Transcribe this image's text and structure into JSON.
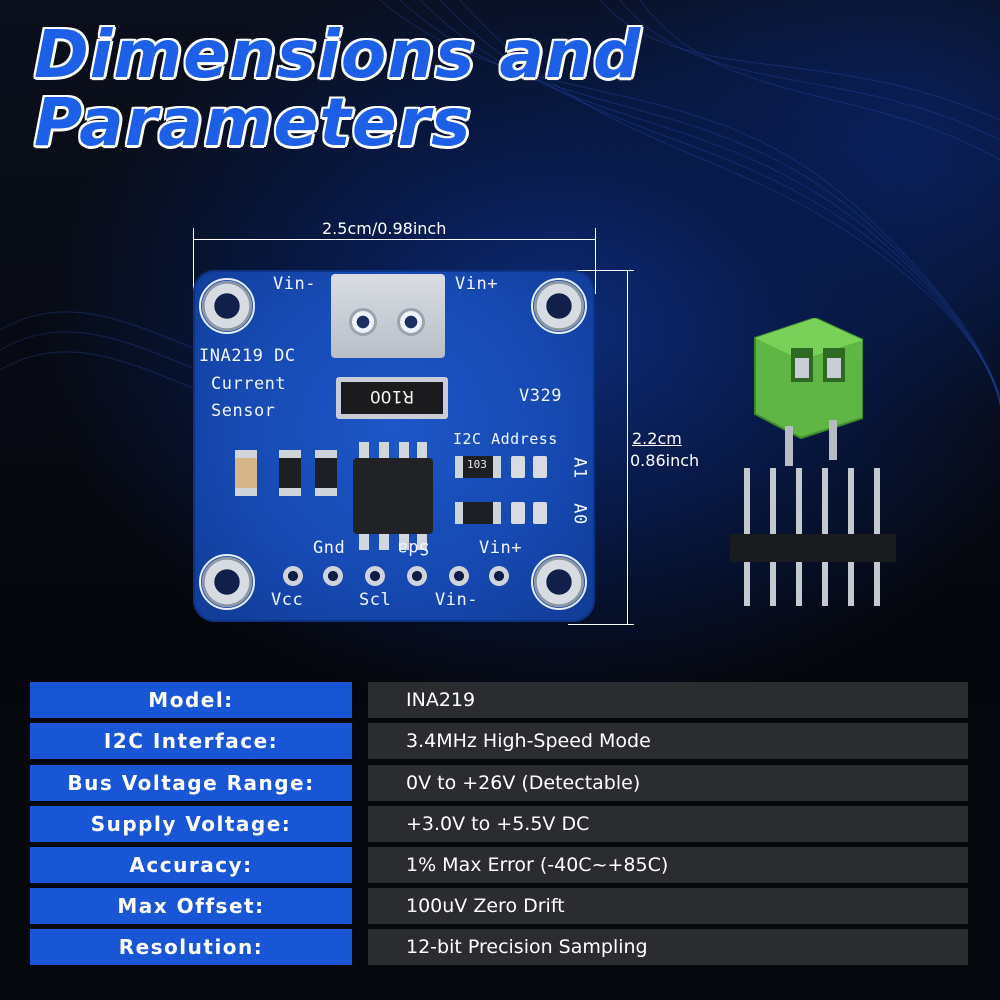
{
  "title": {
    "line1": "Dimensions and",
    "line2": "Parameters"
  },
  "dimensions": {
    "width": "2.5cm/0.98inch",
    "height_cm": "2.2cm",
    "height_inch": "0.86inch"
  },
  "board": {
    "label_vin_minus_top": "Vin-",
    "label_vin_plus_top": "Vin+",
    "label_name1": "INA219 DC",
    "label_name2": "Current",
    "label_name3": "Sensor",
    "label_version": "V329",
    "shunt_marking": "R100",
    "label_i2c_address": "I2C Address",
    "label_a1": "A1",
    "label_a0": "A0",
    "label_gnd": "Gnd",
    "label_sda": "Sda",
    "label_vin_plus_bottom": "Vin+",
    "label_vcc": "Vcc",
    "label_scl": "Scl",
    "label_vin_minus_bottom": "Vin-",
    "resistor_marking": "103"
  },
  "colors": {
    "accent": "#1956d6",
    "pcb": "#1648b0",
    "terminal": "#6cc24a",
    "value_bg": "#2b2c2f"
  },
  "specs": [
    {
      "label": "Model:",
      "value": "INA219"
    },
    {
      "label": "I2C Interface:",
      "value": "3.4MHz High-Speed Mode"
    },
    {
      "label": "Bus Voltage Range:",
      "value": "0V to +26V (Detectable)"
    },
    {
      "label": "Supply Voltage:",
      "value": "+3.0V to +5.5V DC"
    },
    {
      "label": "Accuracy:",
      "value": "1% Max Error (-40C~+85C)"
    },
    {
      "label": "Max Offset:",
      "value": "100uV Zero Drift"
    },
    {
      "label": "Resolution:",
      "value": "12-bit Precision Sampling"
    }
  ]
}
